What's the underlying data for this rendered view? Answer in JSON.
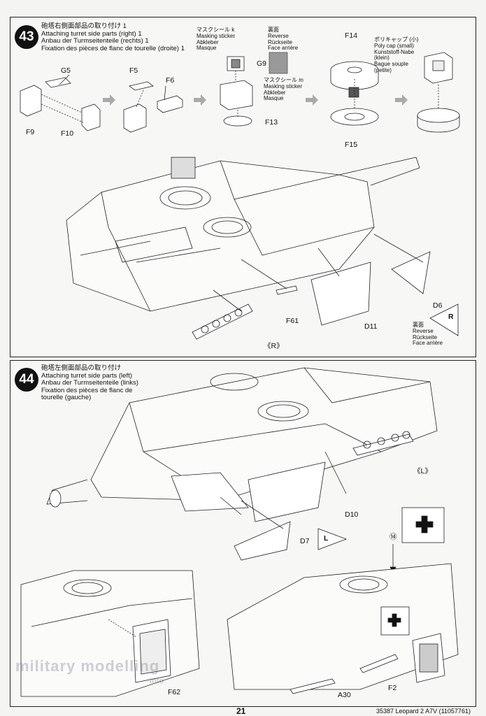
{
  "step43": {
    "number": "43",
    "title_jp": "砲塔右側面部品の取り付け 1",
    "title_en": "Attaching turret side parts (right) 1",
    "title_de": "Anbau der Turmseitenteile (rechts) 1",
    "title_fr": "Fixation des pièces de flanc de tourelle (droite) 1",
    "mask_k": [
      "マスクシール",
      "Masking sticker",
      "Abkleber",
      "Masque"
    ],
    "mask_k_code": "k",
    "mask_m": [
      "マスクシール",
      "Masking sticker",
      "Abkleber",
      "Masque"
    ],
    "mask_m_code": "m",
    "reverse1": [
      "裏面",
      "Reverse",
      "Rückseite",
      "Face arrière"
    ],
    "polycap": [
      "ポリキャップ (小)",
      "Poly cap (small)",
      "Kunststoff-Nabe",
      "(klein)",
      "Bague souple",
      "(petite)"
    ],
    "reverse2": [
      "裏面",
      "Reverse",
      "Rückseite",
      "Face arrière"
    ],
    "parts": {
      "g5": "G5",
      "f5": "F5",
      "f6": "F6",
      "f9": "F9",
      "f10": "F10",
      "g9": "G9",
      "f13": "F13",
      "f14": "F14",
      "f15": "F15",
      "f61": "F61",
      "d11": "D11",
      "d6": "D6",
      "r_mark": "《R》",
      "r_letter": "R"
    }
  },
  "step44": {
    "number": "44",
    "title_jp": "砲塔左側面部品の取り付け",
    "title_en": "Attaching turret side parts (left)",
    "title_de": "Anbau der Turmseitenteile (links)",
    "title_fr1": "Fixation des pièces de flanc de",
    "title_fr2": "tourelle (gauche)",
    "decal_ref": "⑭",
    "parts": {
      "d10": "D10",
      "d7": "D7",
      "f62": "F62",
      "f2": "F2",
      "a30": "A30",
      "l_mark": "《L》",
      "l_letter": "L"
    }
  },
  "watermark": {
    "main": "military modelling",
    "sub": "info"
  },
  "footer": {
    "page": "21",
    "code": "35387  Leopard 2 A7V (11057761)"
  }
}
